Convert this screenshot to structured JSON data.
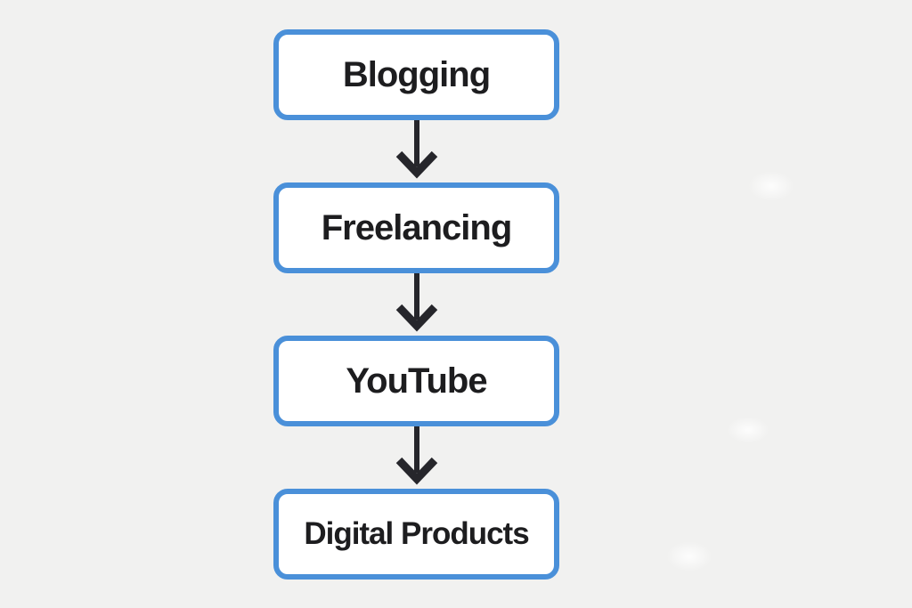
{
  "diagram": {
    "title": "income-stream-flowchart",
    "background_color": "#f1f1f0",
    "node_fill_color": "#ffffff",
    "node_border_color": "#4a90d9",
    "node_text_color": "#1d1d1f",
    "arrow_color": "#26262b",
    "flow_direction": "top-to-bottom",
    "nodes": [
      {
        "label": "Blogging"
      },
      {
        "label": "Freelancing"
      },
      {
        "label": "YouTube"
      },
      {
        "label": "Digital Products"
      }
    ],
    "connections": [
      {
        "from": "Blogging",
        "to": "Freelancing"
      },
      {
        "from": "Freelancing",
        "to": "YouTube"
      },
      {
        "from": "YouTube",
        "to": "Digital Products"
      }
    ]
  }
}
